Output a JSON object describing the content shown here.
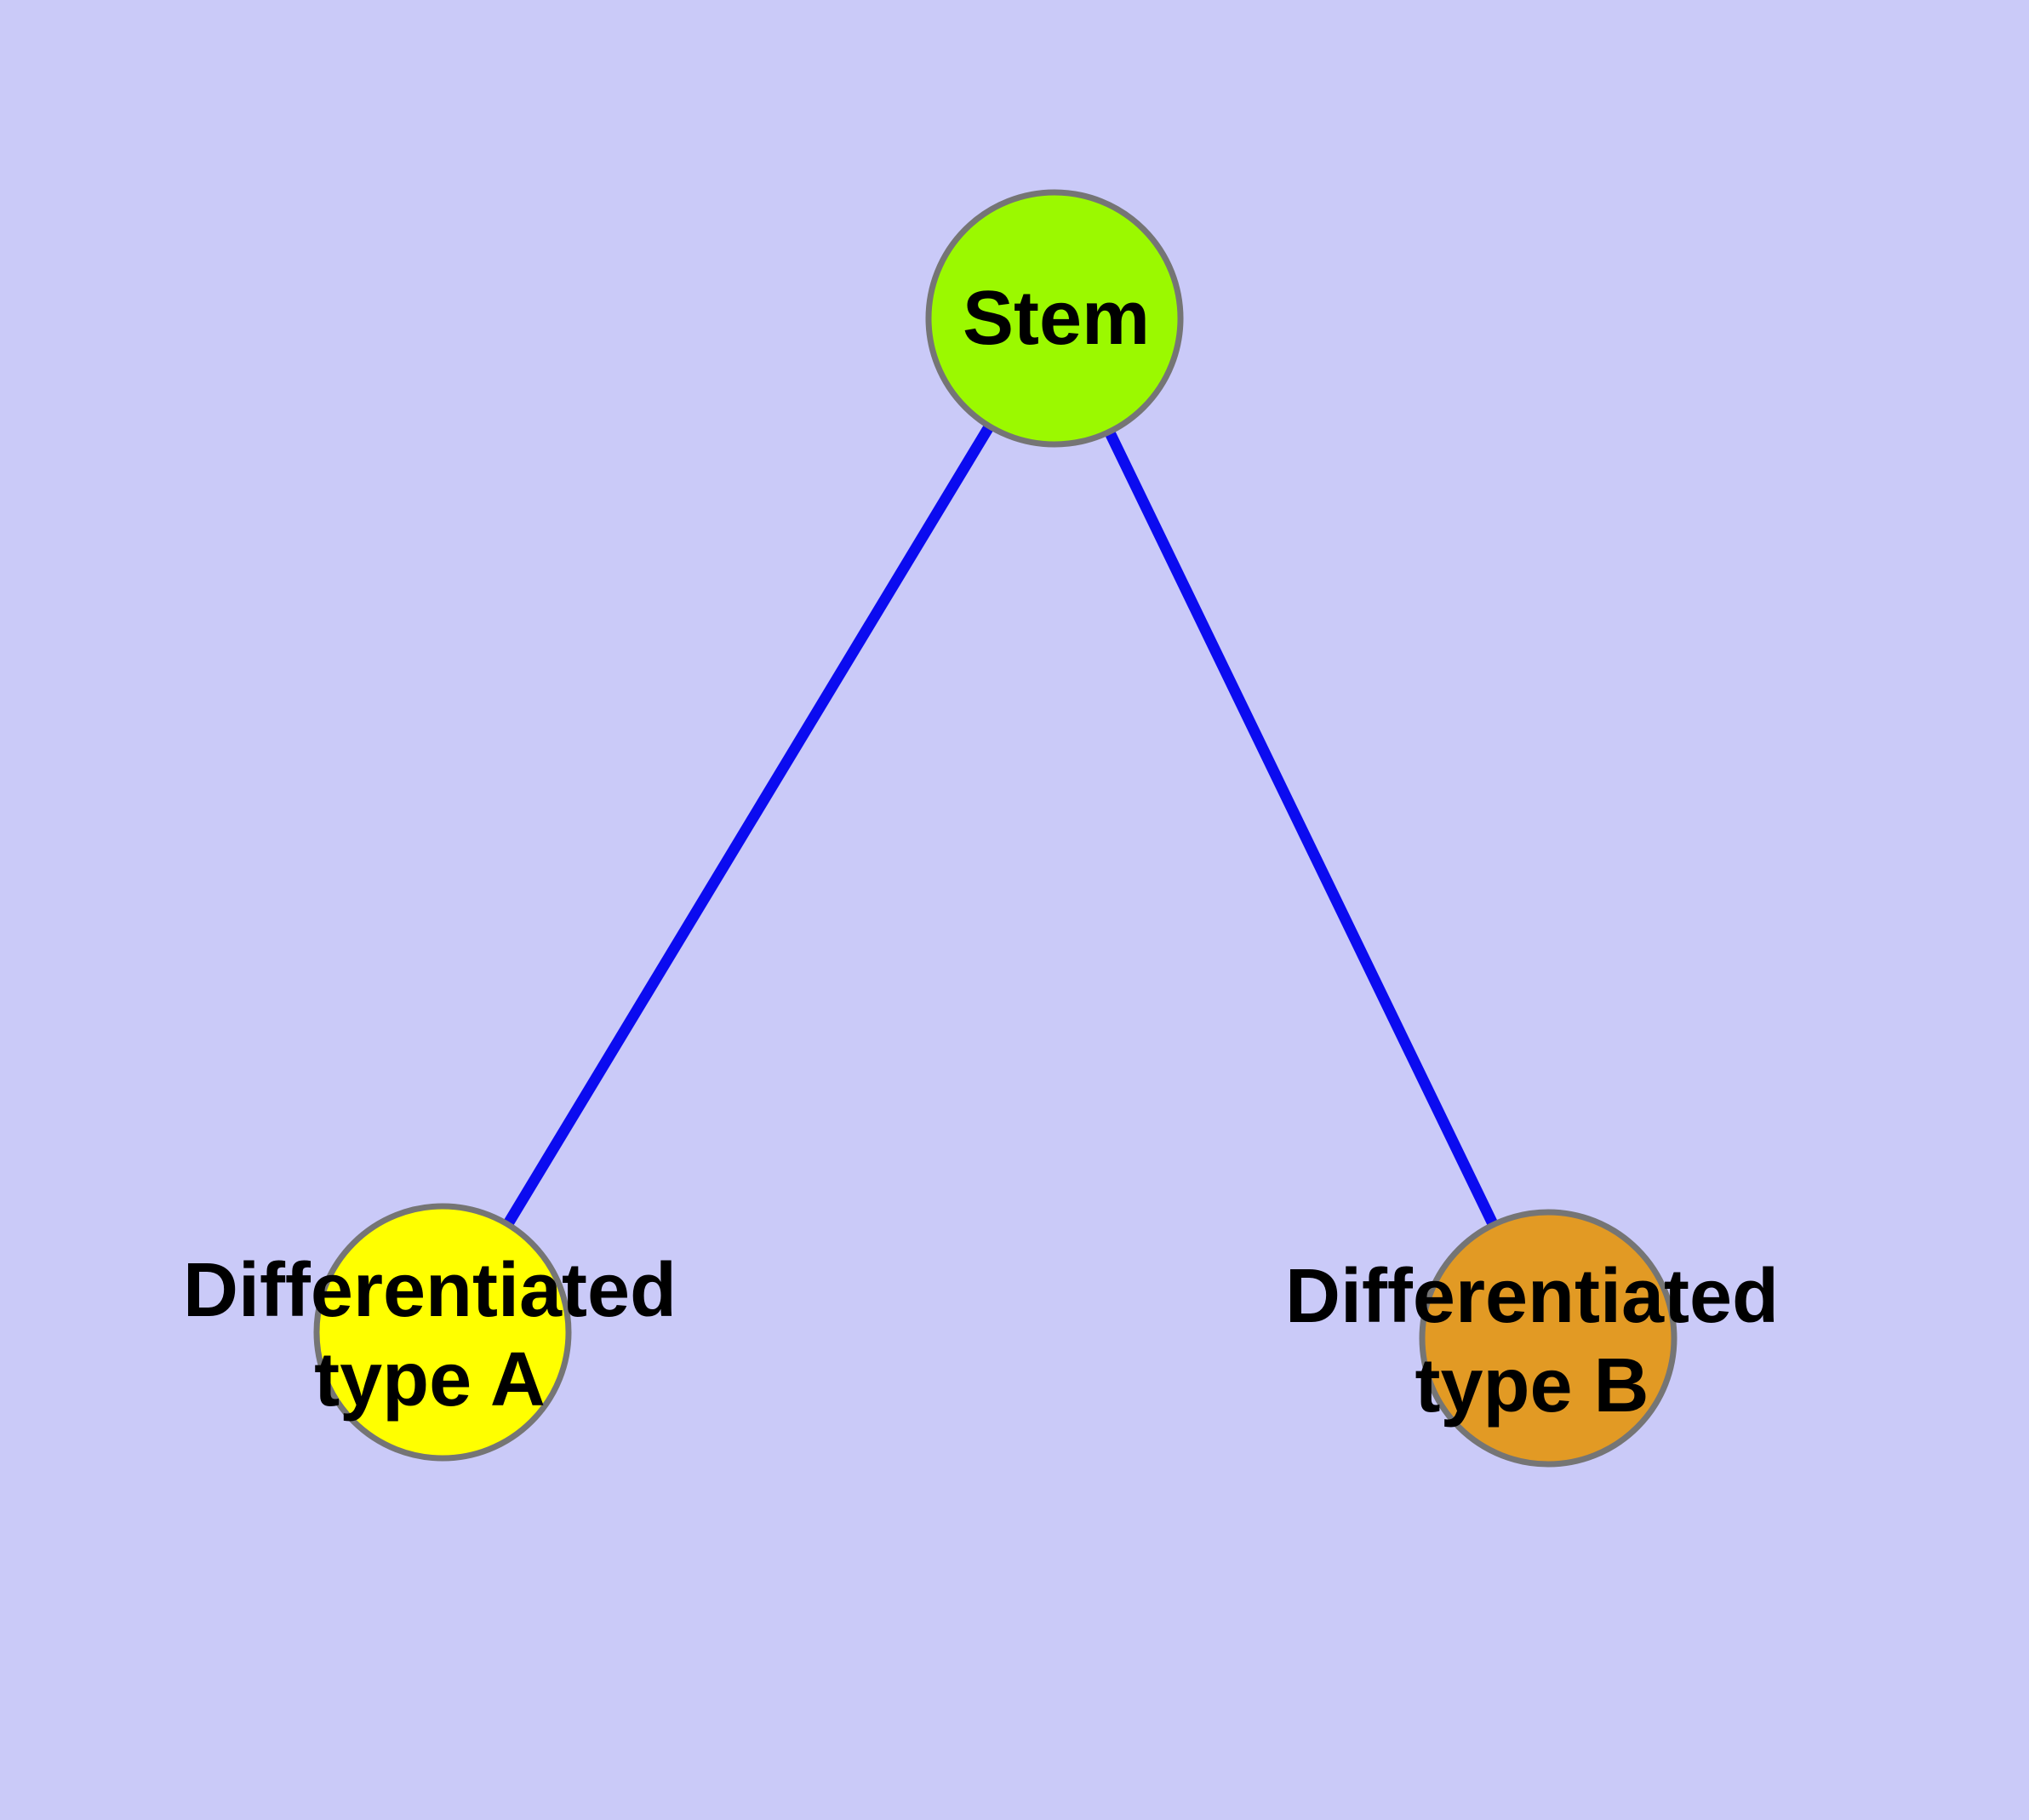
{
  "canvas": {
    "background_color": "#CACAF8"
  },
  "graph": {
    "node_stroke_color": "#757575",
    "edge_color": "#0B0BF0",
    "label_color": "#000000",
    "nodes": {
      "stem": {
        "label": "Stem",
        "fill": "#9BF900"
      },
      "type_a": {
        "label_line1": "Differentiated",
        "label_line2": "type A",
        "fill": "#FFFF00"
      },
      "type_b": {
        "label_line1": "Differentiated",
        "label_line2": "type B",
        "fill": "#E29A24"
      }
    },
    "edges": [
      {
        "from": "Stem",
        "to": "Differentiated type A"
      },
      {
        "from": "Stem",
        "to": "Differentiated type B"
      }
    ]
  }
}
